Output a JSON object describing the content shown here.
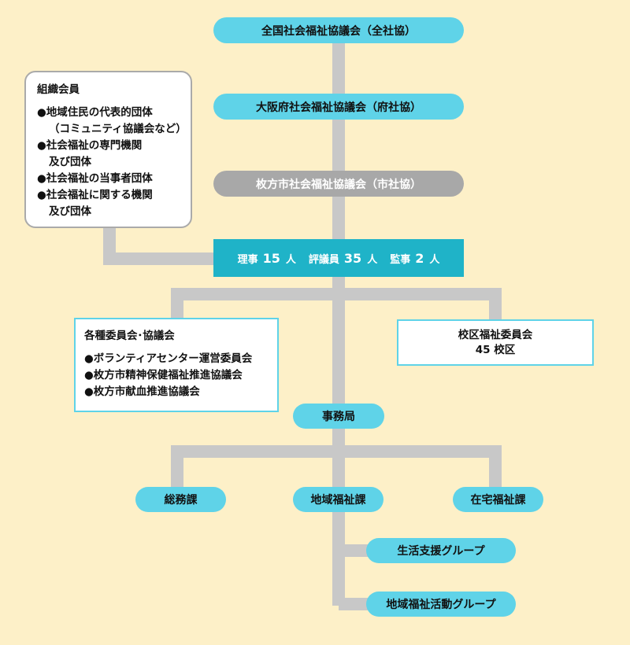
{
  "nodes": {
    "zenshakyo": "全国社会福祉協議会（全社協）",
    "fushakyo": "大阪府社会福祉協議会（府社協）",
    "shishakyo": "枚方市社会福祉協議会（市社協）",
    "jimukyoku": "事務局",
    "somu": "総務課",
    "chiiki": "地域福祉課",
    "zaitaku": "在宅福祉課",
    "seikatsu": "生活支援グループ",
    "katsudo": "地域福祉活動グループ"
  },
  "board": {
    "riji_label": "理事",
    "riji_num": "15",
    "riji_unit": "人",
    "hyogiin_label": "評議員",
    "hyogiin_num": "35",
    "hyogiin_unit": "人",
    "kanji_label": "監事",
    "kanji_num": "2",
    "kanji_unit": "人"
  },
  "members": {
    "title": "組織会員",
    "items": [
      "●地域住民の代表的団体",
      "（コミュニティ協議会など）",
      "●社会福祉の専門機関",
      "及び団体",
      "●社会福祉の当事者団体",
      "●社会福祉に関する機関",
      "及び団体"
    ]
  },
  "committees": {
    "title": "各種委員会･協議会",
    "items": [
      "●ボランティアセンター運営委員会",
      "●枚方市精神保健福祉推進協議会",
      "●枚方市献血推進協議会"
    ]
  },
  "school": {
    "line1": "校区福祉委員会",
    "line2": "45 校区"
  },
  "colors": {
    "background": "#fdf0c8",
    "pill": "#5fd3e8",
    "board": "#1fb3c8",
    "connector": "#c8c8c8",
    "inactive": "#a8a8a8"
  }
}
